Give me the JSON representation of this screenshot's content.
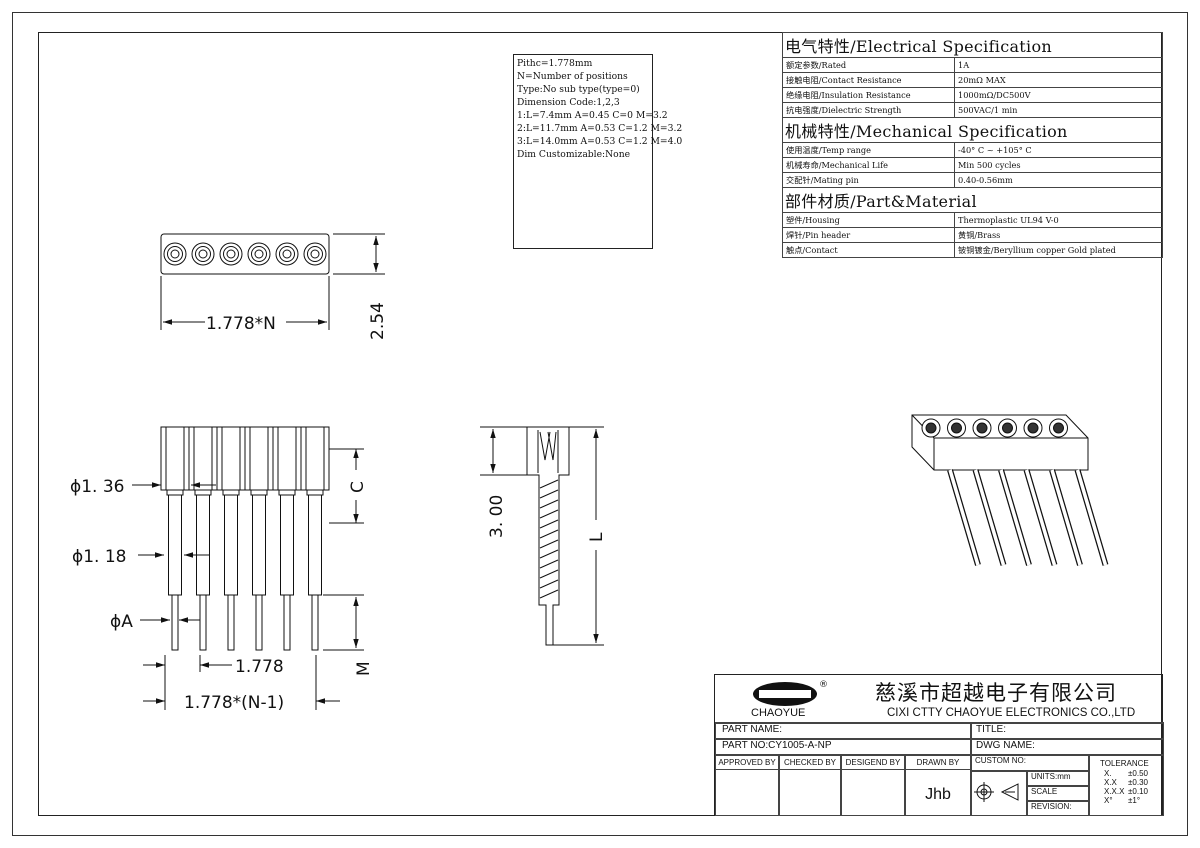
{
  "notes": {
    "lines": [
      "Pithc=1.778mm",
      "N=Number of positions",
      "Type:No sub type(type=0)",
      "Dimension Code:1,2,3",
      "1:L=7.4mm A=0.45 C=0 M=3.2",
      "2:L=11.7mm A=0.53 C=1.2 M=3.2",
      "3:L=14.0mm A=0.53 C=1.2 M=4.0",
      "Dim Customizable:None"
    ]
  },
  "spec": {
    "electrical_title": "电气特性/Electrical Specification",
    "electrical": [
      {
        "k": "额定参数/Rated",
        "v": "1A"
      },
      {
        "k": "接触电阻/Contact Resistance",
        "v": "20mΩ MAX"
      },
      {
        "k": "绝缘电阻/Insulation Resistance",
        "v": "1000mΩ/DC500V"
      },
      {
        "k": "抗电强度/Dielectric Strength",
        "v": "500VAC/1 min"
      }
    ],
    "mechanical_title": "机械特性/Mechanical Specification",
    "mechanical": [
      {
        "k": "使用温度/Temp range",
        "v": "-40° C ~ +105° C"
      },
      {
        "k": "机械寿命/Mechanical Life",
        "v": "Min 500 cycles"
      },
      {
        "k": "交配针/Mating pin",
        "v": "0.40-0.56mm"
      }
    ],
    "material_title": "部件材质/Part&Material",
    "material": [
      {
        "k": "塑件/Housing",
        "v": "Thermoplastic UL94  V-0"
      },
      {
        "k": "焊针/Pin header",
        "v": "黄铜/Brass"
      },
      {
        "k": "触点/Contact",
        "v": "铍铜镀金/Beryllium copper Gold plated"
      }
    ]
  },
  "dims": {
    "pitch_n": "1.778*N",
    "height": "2.54",
    "d136": "ϕ1. 36",
    "d118": "ϕ1. 18",
    "dA": "ϕA",
    "pitch": "1.778",
    "pitch_n1": "1.778*(N-1)",
    "C": "C",
    "M": "M",
    "d300": "3. 00",
    "L": "L"
  },
  "titleblock": {
    "company_cn": "慈溪市超越电子有限公司",
    "company_en": "CIXI CTTY CHAOYUE ELECTRONICS CO.,LTD",
    "brand": "CHAOYUE",
    "part_name_label": "PART NAME:",
    "title_label": "TITLE:",
    "part_no": "PART NO:CY1005-A-NP",
    "dwg_name_label": "DWG NAME:",
    "approved_by": "APPROVED BY",
    "checked_by": "CHECKED BY",
    "designed_by": "DESIGEND BY",
    "drawn_by": "DRAWN BY",
    "drawer": "Jhb",
    "custom_no": "CUSTOM NO:",
    "units": "UNITS:mm",
    "scale": "SCALE",
    "revision": "REVISION:",
    "tolerance_label": "TOLERANCE",
    "tolerances": [
      {
        "k": "X.",
        "v": "±0.50"
      },
      {
        "k": "X.X",
        "v": "±0.30"
      },
      {
        "k": "X.X.X",
        "v": "±0.10"
      },
      {
        "k": "X°",
        "v": "±1°"
      }
    ]
  }
}
